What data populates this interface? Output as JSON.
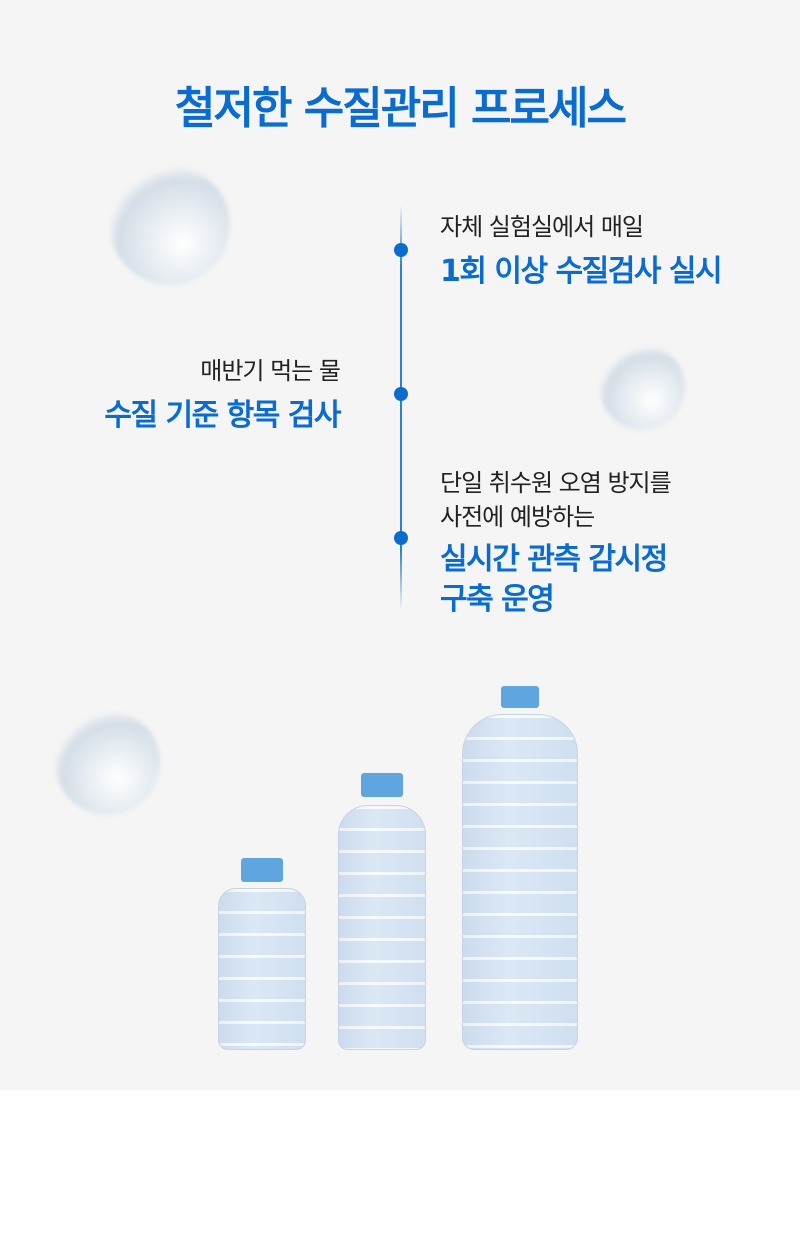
{
  "title": "철저한 수질관리 프로세스",
  "items": [
    {
      "sub": [
        "자체 실험실에서 매일"
      ],
      "main": [
        "1회 이상 수질검사 실시"
      ]
    },
    {
      "sub": [
        "매반기 먹는 물"
      ],
      "main": [
        "수질 기준 항목 검사"
      ]
    },
    {
      "sub": [
        "단일 취수원 오염 방지를",
        "사전에 예방하는"
      ],
      "main": [
        "실시간 관측 감시정",
        "구축 운영"
      ]
    }
  ],
  "colors": {
    "accent": "#0a6bd1",
    "background": "#f5f5f5"
  }
}
